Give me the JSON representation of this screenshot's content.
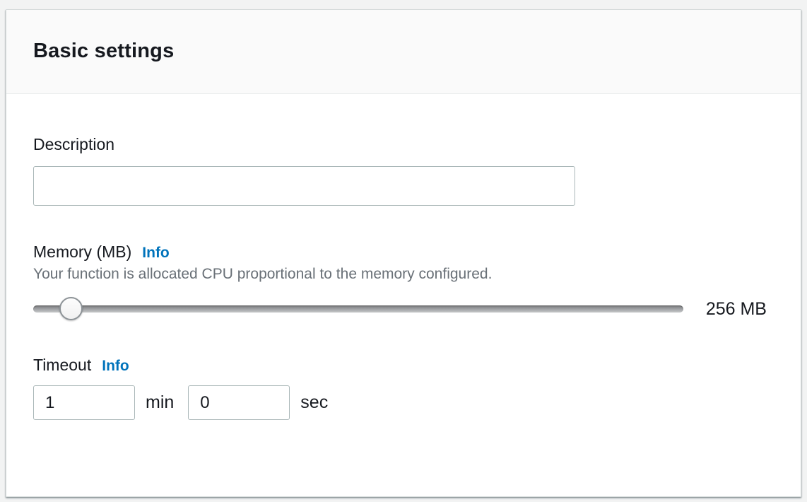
{
  "panel": {
    "title": "Basic settings",
    "description": {
      "label": "Description",
      "value": "",
      "placeholder": ""
    },
    "memory": {
      "label": "Memory (MB)",
      "info_label": "Info",
      "helper": "Your function is allocated CPU proportional to the memory configured.",
      "value_display": "256 MB",
      "slider_percent": 5.8
    },
    "timeout": {
      "label": "Timeout",
      "info_label": "Info",
      "minutes_value": "1",
      "minutes_unit": "min",
      "seconds_value": "0",
      "seconds_unit": "sec"
    }
  },
  "colors": {
    "page_background": "#f2f3f3",
    "card_background": "#ffffff",
    "header_background": "#fafafa",
    "card_border": "#d5dbdb",
    "input_border": "#aab7b8",
    "text_primary": "#16191f",
    "text_secondary": "#697077",
    "link_blue": "#0073bb"
  }
}
